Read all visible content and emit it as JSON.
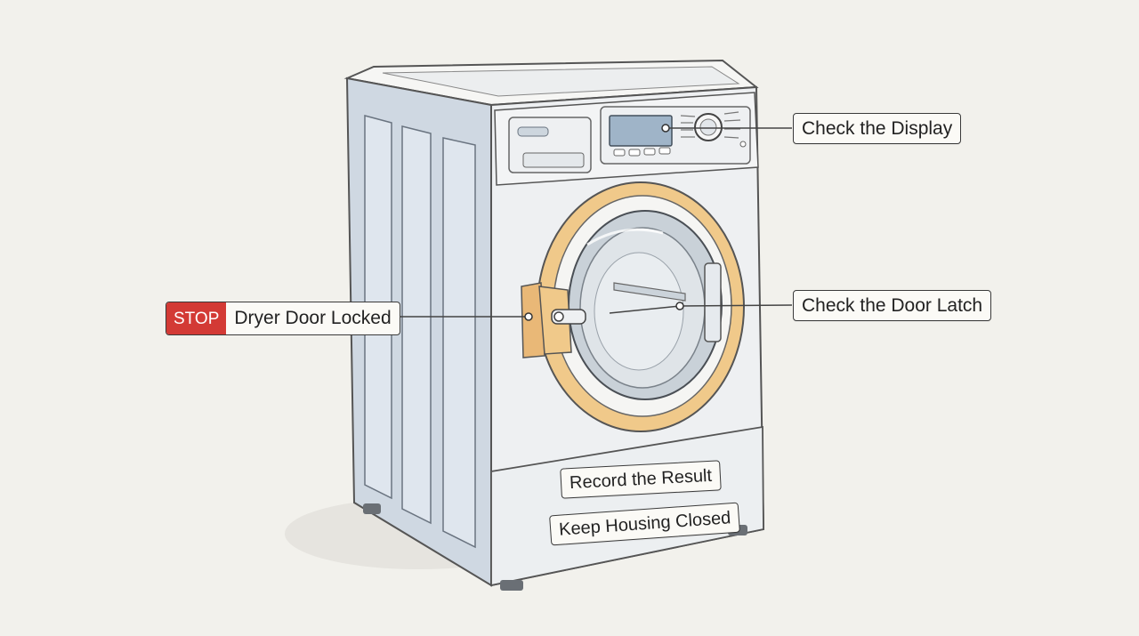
{
  "stop_badge": "STOP",
  "callouts": {
    "door_locked": "Dryer Door Locked",
    "display": "Check the Display",
    "door_latch": "Check the Door Latch",
    "record": "Record the Result",
    "housing": "Keep Housing Closed"
  },
  "colors": {
    "stop_red": "#d33a35",
    "door_ring": "#f0c98a",
    "appliance": "#eef0f2",
    "side_panel": "#cfd8e2",
    "background": "#f2f1ec"
  },
  "icons": [
    "dryer-illustration",
    "control-knob-icon",
    "door-latch-handle-icon"
  ]
}
